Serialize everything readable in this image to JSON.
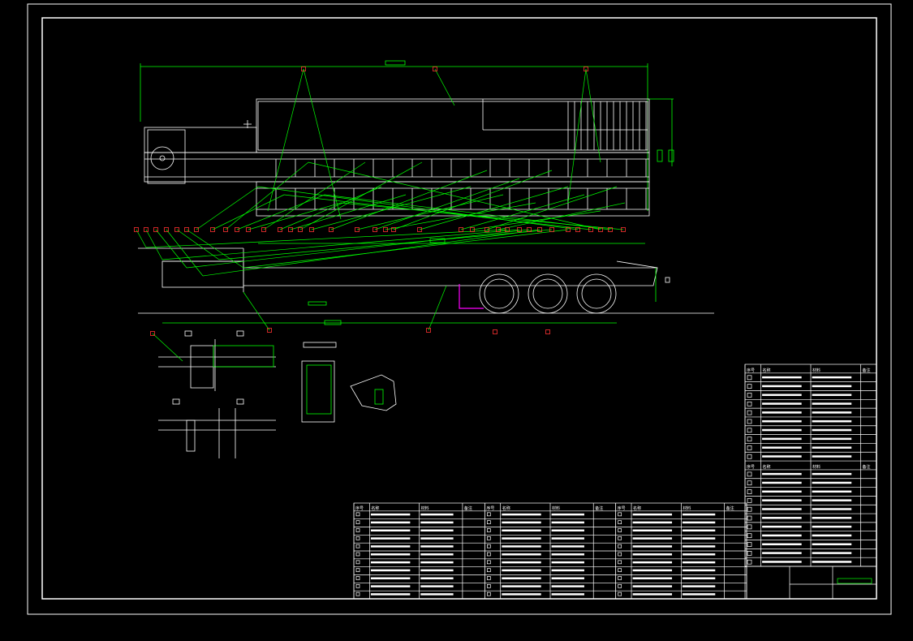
{
  "colors": {
    "background": "#000000",
    "frame": "#ffffff",
    "dimension": "#00ff00",
    "balloon": "#ff3333",
    "highlight": "#ff00ff"
  },
  "drawing": {
    "bom_lower": {
      "columns": [
        "序号",
        "名称",
        "材料",
        "备注"
      ],
      "blocks": 3,
      "rows": 12
    },
    "bom_right": {
      "columns": [
        "序号",
        "名称",
        "材料",
        "备注"
      ],
      "upper_rows": 11,
      "lower_rows": 12
    }
  }
}
